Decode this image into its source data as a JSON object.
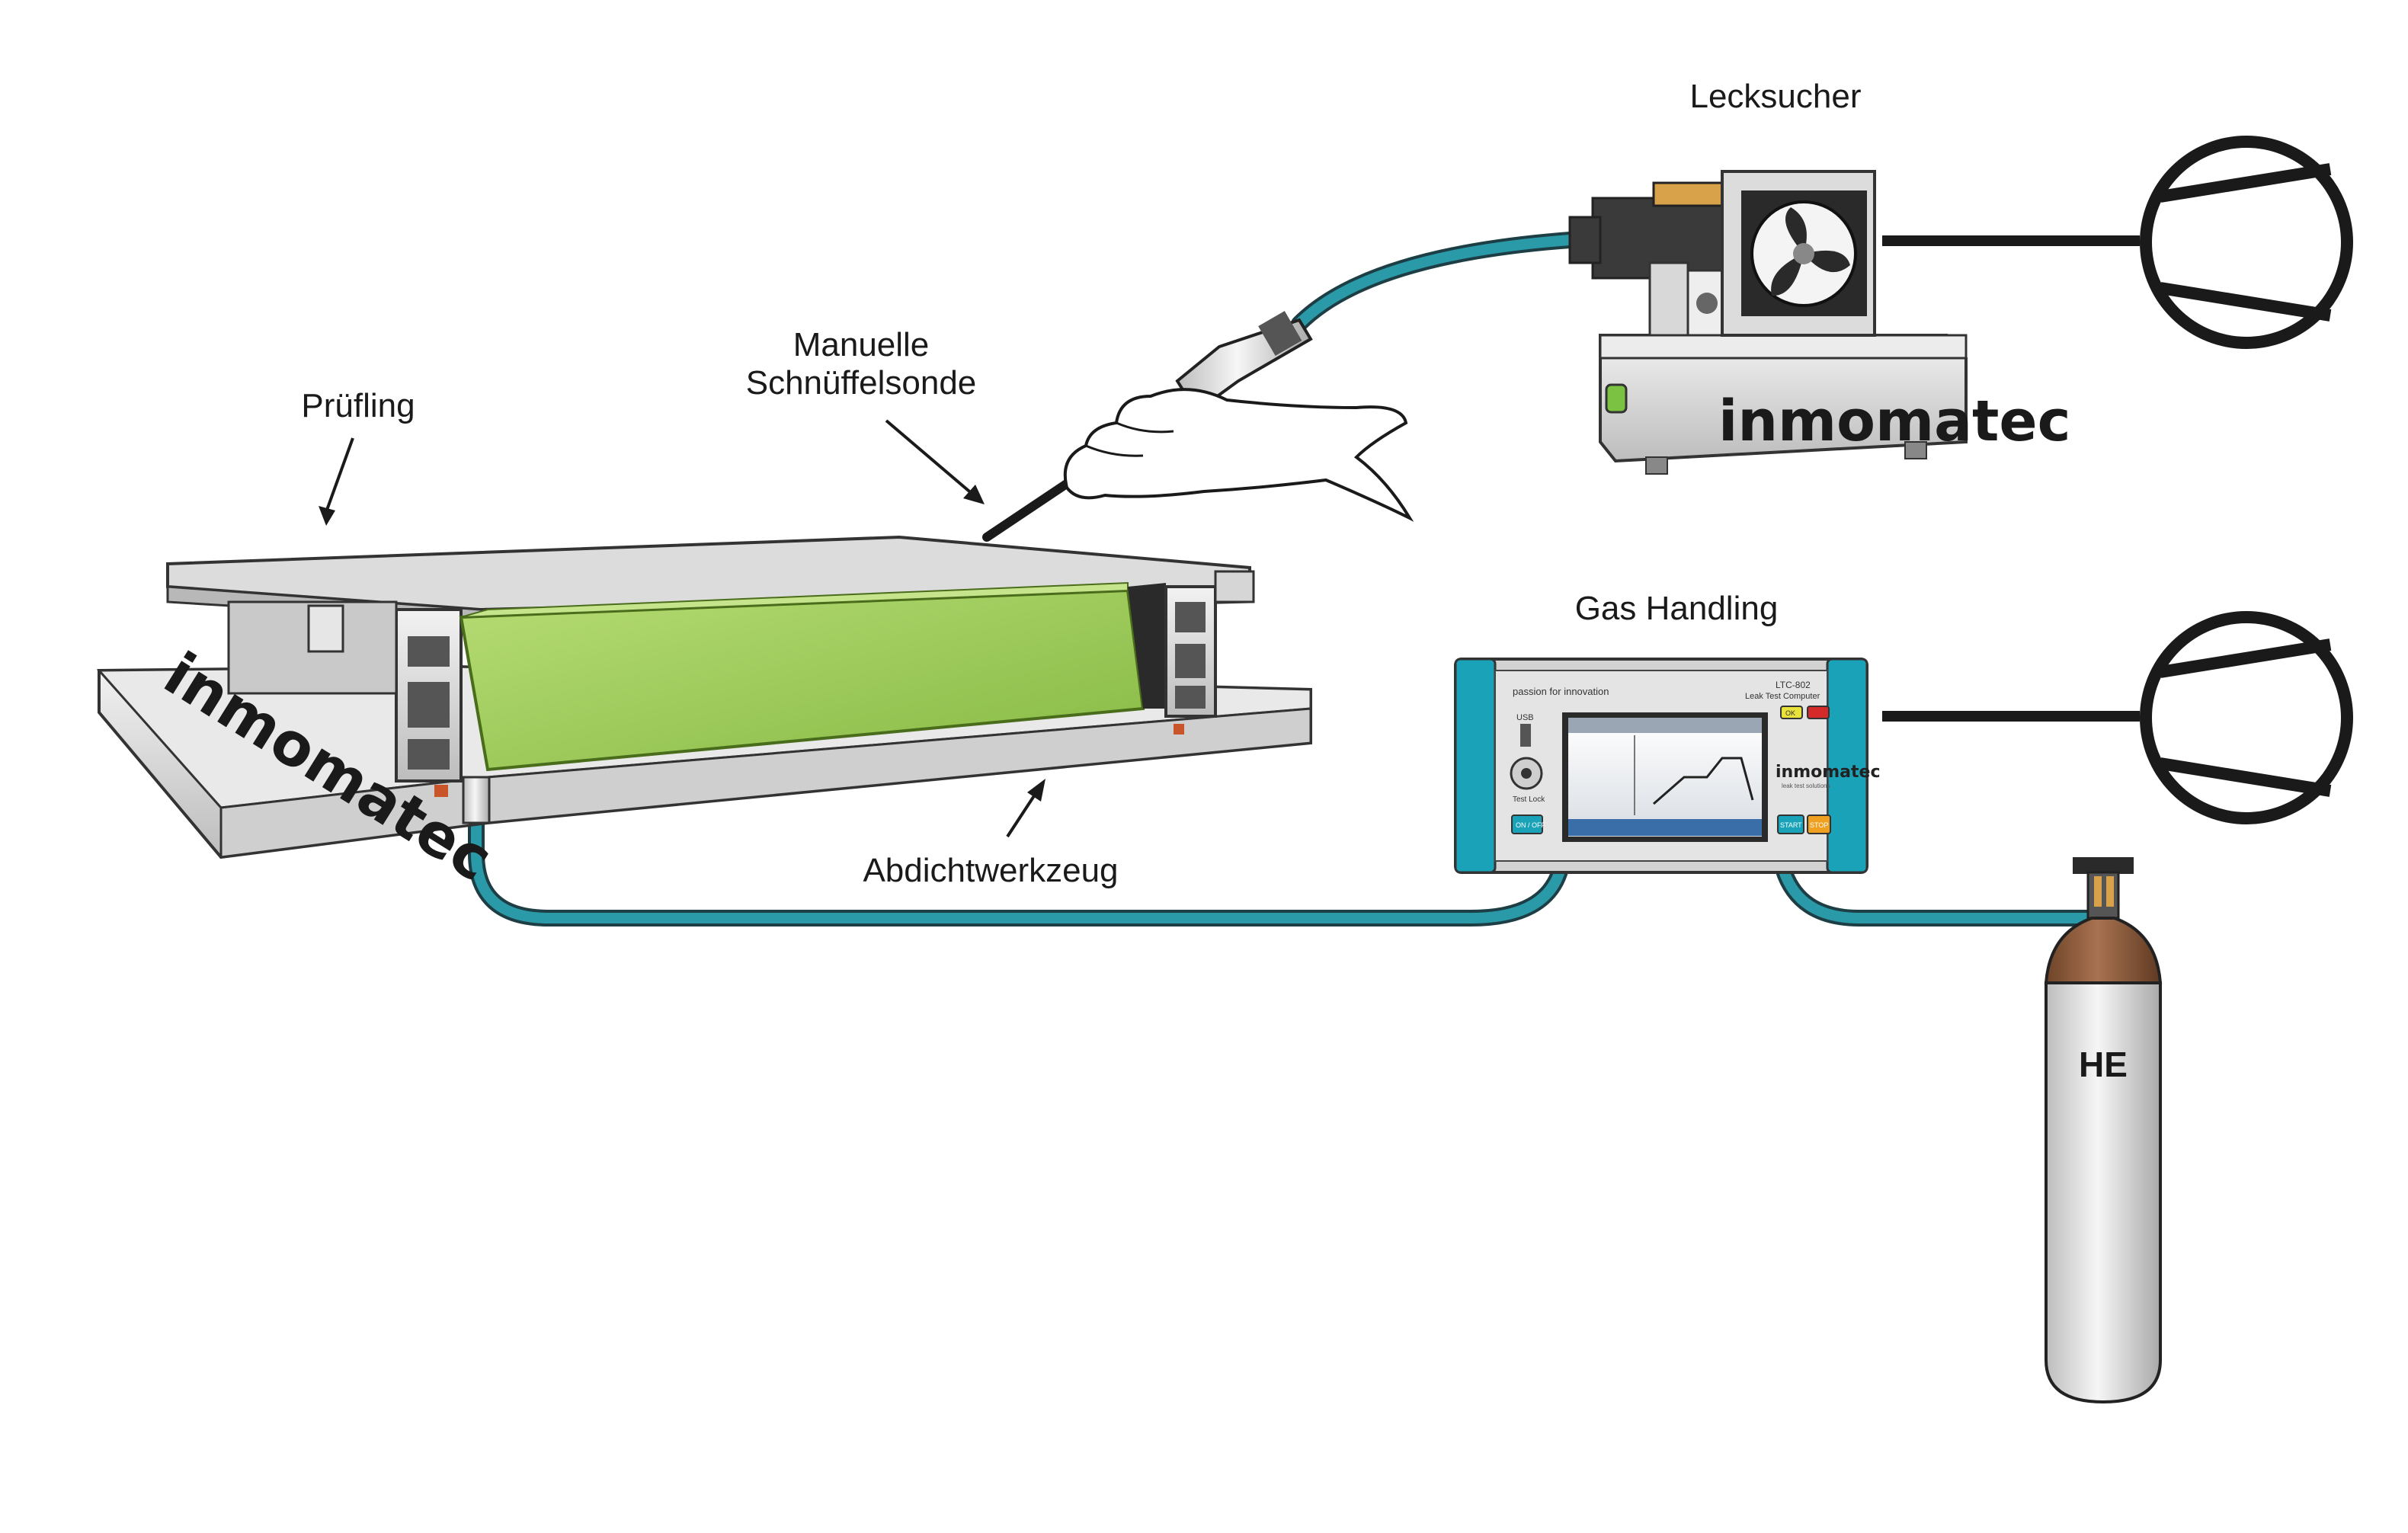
{
  "labels": {
    "lecksucher": "Lecksucher",
    "manuelle_line1": "Manuelle",
    "manuelle_line2": "Schnüffelsonde",
    "pruefling": "Prüfling",
    "gas_handling": "Gas Handling",
    "abdichtwerkzeug": "Abdichtwerkzeug",
    "he": "HE"
  },
  "brand": {
    "logo": "inmomatec",
    "tagline": "passion for innovation",
    "sub": "leak test solutions"
  },
  "device": {
    "model": "LTC-802",
    "subtitle": "Leak Test Computer",
    "usb": "USB",
    "test_lock": "Test Lock",
    "btn_onoff": "ON / OFF",
    "btn_ok": "OK",
    "btn_start": "START",
    "btn_stop": "STOP"
  },
  "colors": {
    "hose": "#1f8a96",
    "device_frame": "#1aa3b8",
    "product_green": "#9cc95a",
    "cylinder_body": "#e2e2e2",
    "cylinder_neck": "#8a5a3a",
    "ok_button": "#e8e23a",
    "alarm_button": "#d42a2a",
    "start_button": "#1aa3b8",
    "stop_button": "#f0a020"
  },
  "icons": {
    "pump_symbol": "vacuum-pump-symbol-icon",
    "fan": "fan-icon",
    "hand": "hand-icon"
  }
}
